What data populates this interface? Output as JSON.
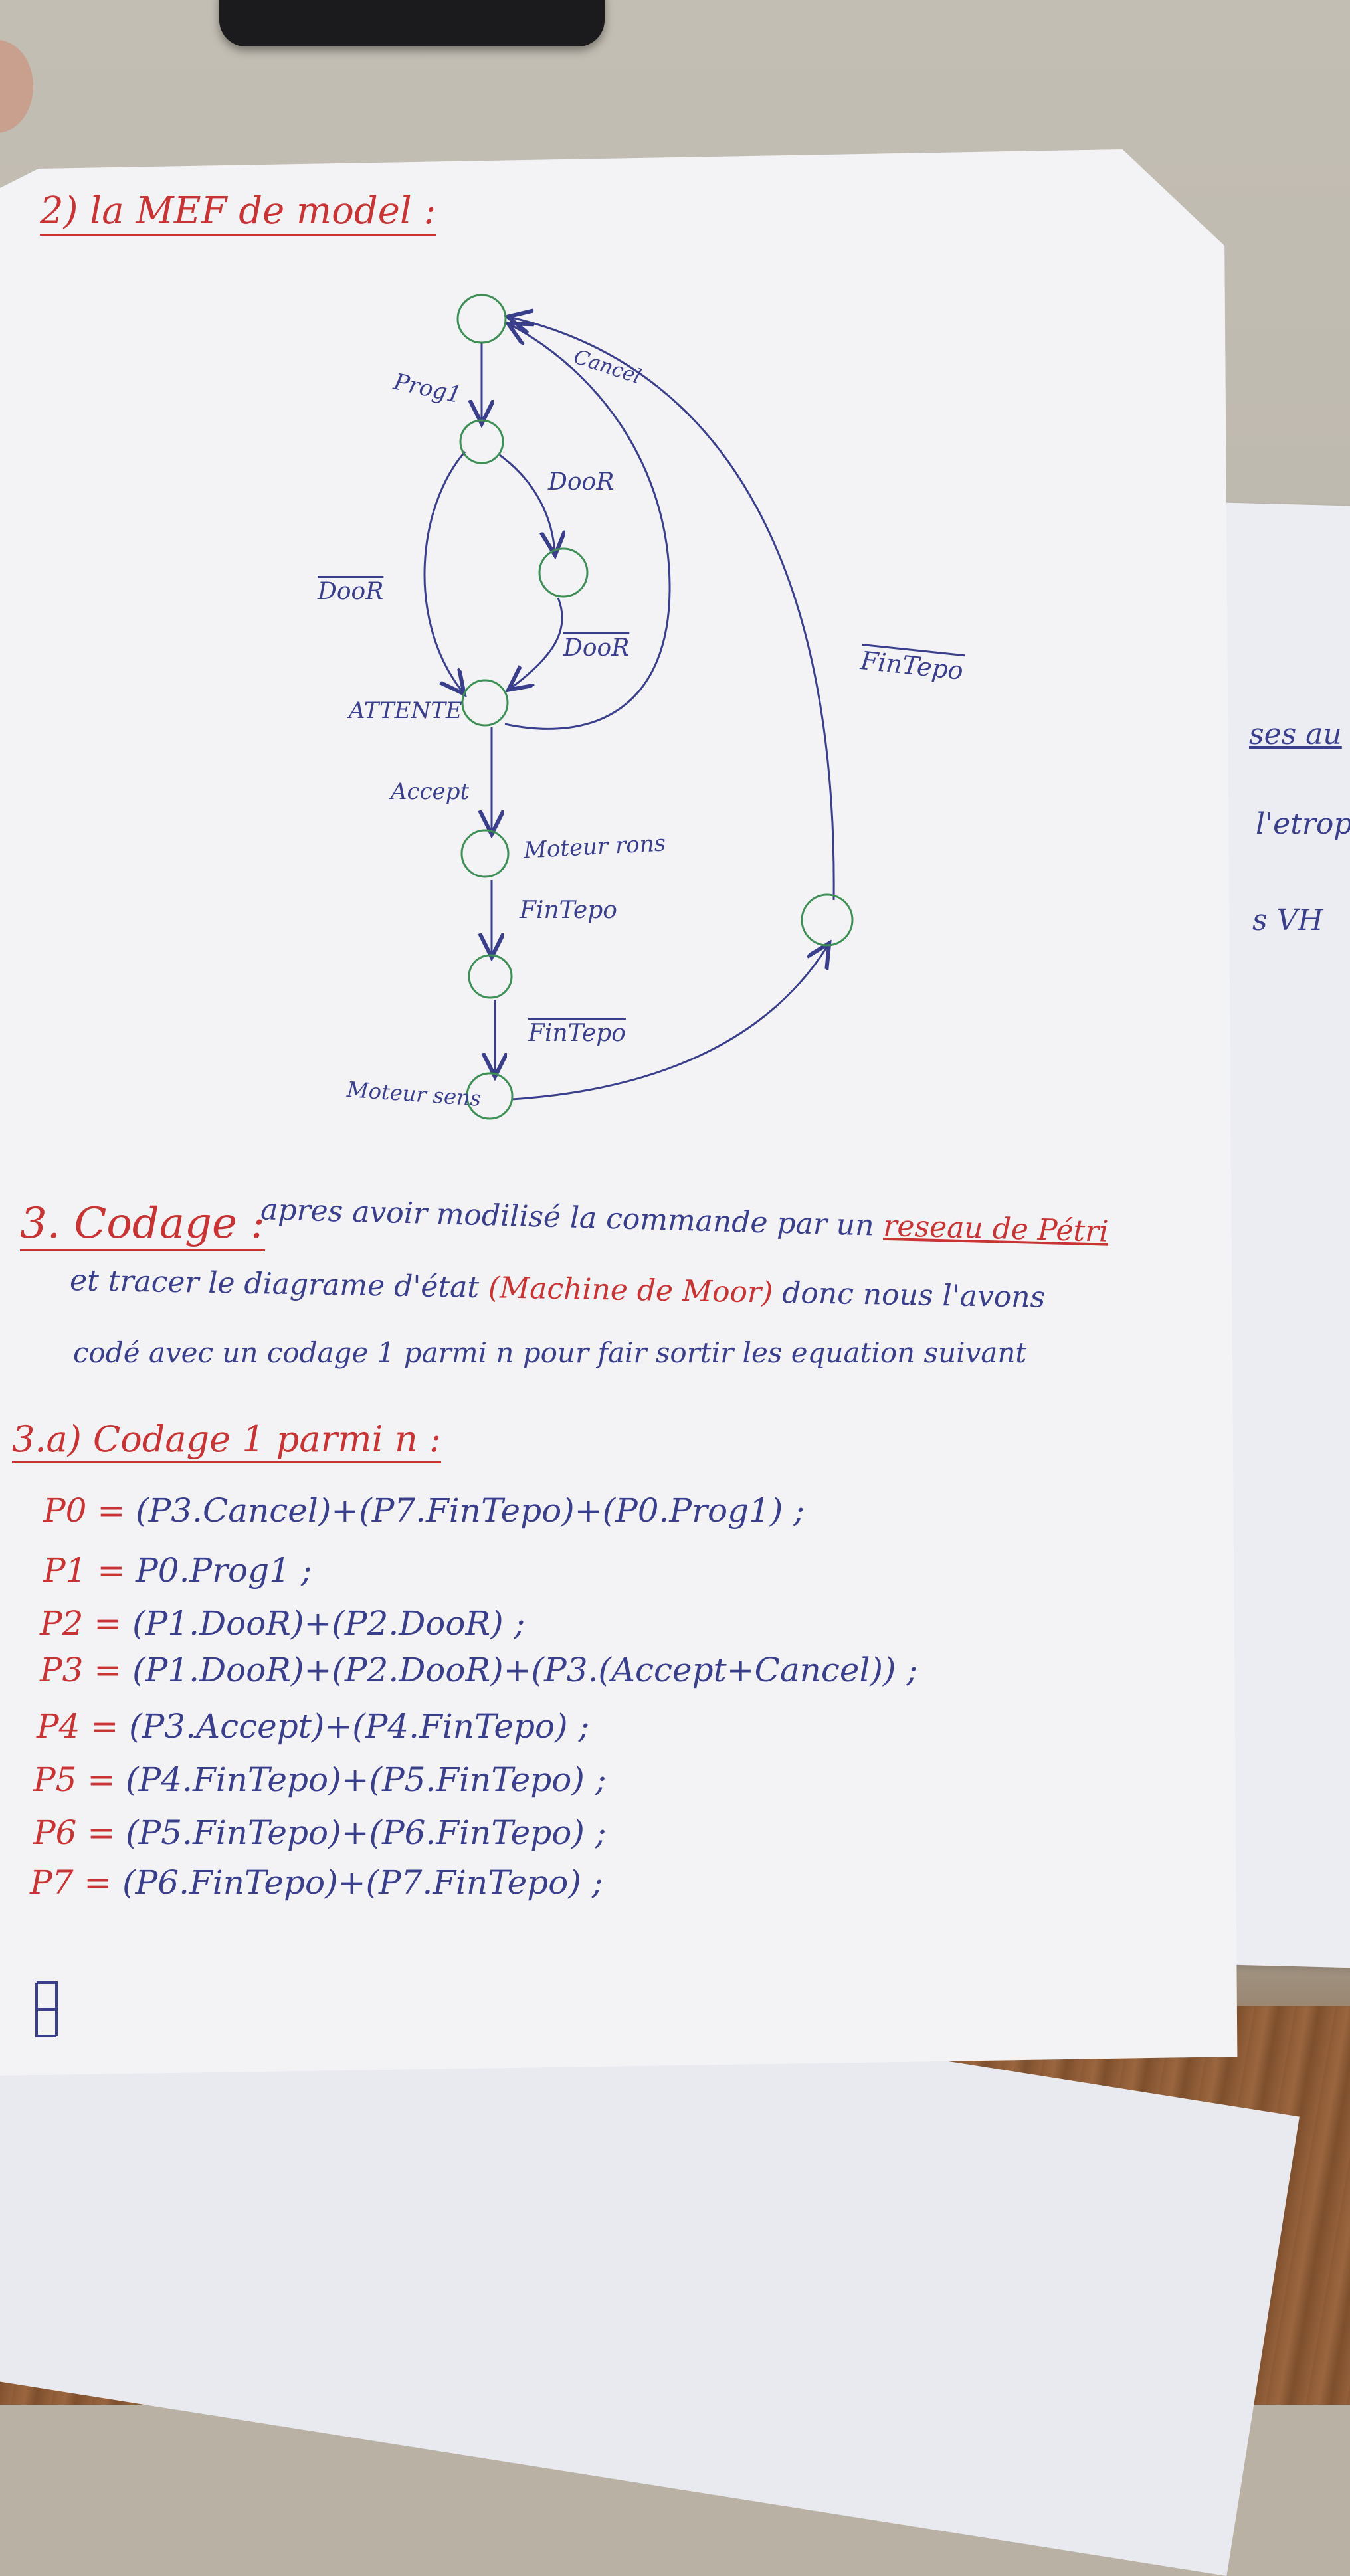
{
  "section2": {
    "title": "2) la MEF de model :"
  },
  "diagram": {
    "labels": {
      "prog1": "Prog1",
      "door_top": "DooR",
      "door_bar_left": "DooR",
      "door_bar_right": "DooR",
      "cancel": "Cancel",
      "attente": "ATTENTE",
      "accept": "Accept",
      "moteur_rons": "Moteur rons",
      "fintepo_mid": "FinTepo",
      "fintepo_bar_low": "FinTepo",
      "fintepo_bar_right": "FinTepo",
      "moteur_sens": "Moteur sens"
    }
  },
  "section3": {
    "title": "3. Codage :",
    "line1_a": "apres avoir modilisé la commande par un",
    "line1_b": "reseau de Pétri",
    "line2_a": "et tracer le diagrame d'état",
    "line2_b": "(Machine de Moor)",
    "line2_c": "donc nous l'avons",
    "line3": "codé avec un codage 1 parmi n pour fair sortir les equation suivant"
  },
  "section3a": {
    "title": "3.a) Codage 1 parmi n :"
  },
  "equations": [
    {
      "lhs": "P0 =",
      "rhs": "(P3.Cancel)+(P7.FinTepo)+(P0.Prog1) ;"
    },
    {
      "lhs": "P1 =",
      "rhs": "P0.Prog1 ;"
    },
    {
      "lhs": "P2 =",
      "rhs": "(P1.DooR)+(P2.DooR) ;"
    },
    {
      "lhs": "P3 =",
      "rhs": "(P1.DooR)+(P2.DooR)+(P3.(Accept+Cancel)) ;"
    },
    {
      "lhs": "P4 =",
      "rhs": "(P3.Accept)+(P4.FinTepo) ;"
    },
    {
      "lhs": "P5 =",
      "rhs": "(P4.FinTepo)+(P5.FinTepo) ;"
    },
    {
      "lhs": "P6 =",
      "rhs": "(P5.FinTepo)+(P6.FinTepo) ;"
    },
    {
      "lhs": "P7 =",
      "rhs": "(P6.FinTepo)+(P7.FinTepo) ;"
    }
  ],
  "side_sheet": {
    "line1": "ses au",
    "line2": "l'etrop",
    "line3": "s VH"
  },
  "colors": {
    "ink_blue": "#3a3f8c",
    "ink_red": "#c83434",
    "ink_green": "#3d8f55"
  }
}
